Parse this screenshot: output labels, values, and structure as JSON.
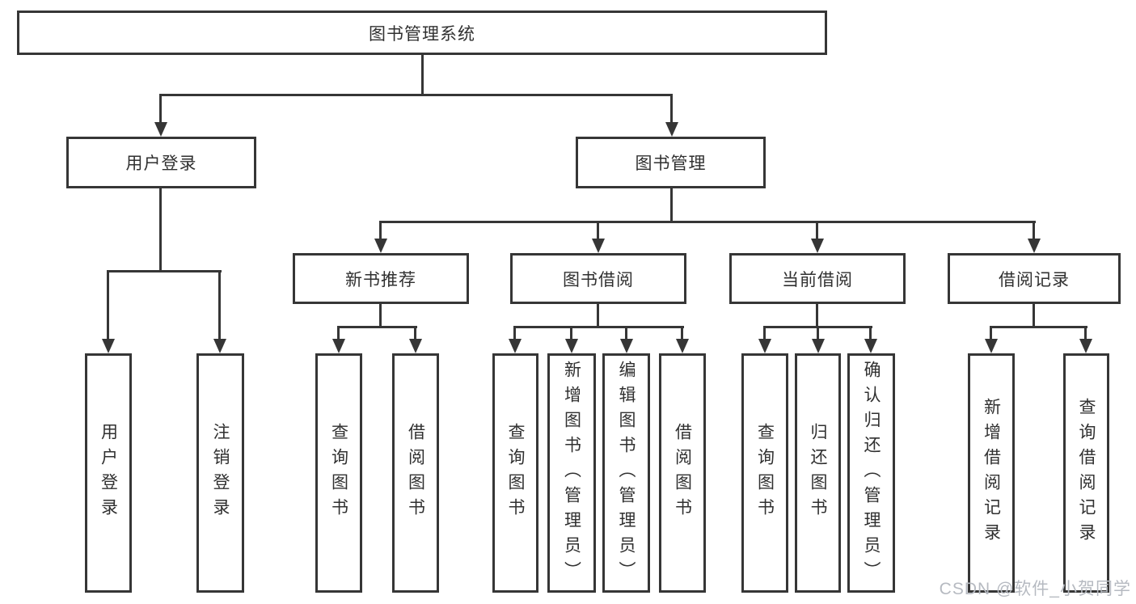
{
  "tree": {
    "root": {
      "label": "图书管理系统"
    },
    "level2": [
      {
        "label": "用户登录",
        "children": [
          "用户登录",
          "注销登录"
        ]
      },
      {
        "label": "图书管理"
      }
    ],
    "level3": [
      {
        "label": "新书推荐",
        "children": [
          "查询图书",
          "借阅图书"
        ]
      },
      {
        "label": "图书借阅",
        "children": [
          "查询图书",
          "新增图书（管理员）",
          "编辑图书（管理员）",
          "借阅图书"
        ]
      },
      {
        "label": "当前借阅",
        "children": [
          "查询图书",
          "归还图书",
          "确认归还（管理员）"
        ]
      },
      {
        "label": "借阅记录",
        "children": [
          "新增借阅记录",
          "查询借阅记录"
        ]
      }
    ],
    "watermark": "CSDN @软件_小贺同学",
    "colors": {
      "line": "#363636",
      "text": "#303030",
      "background": "#ffffff",
      "watermark": "#b6bac1"
    }
  }
}
